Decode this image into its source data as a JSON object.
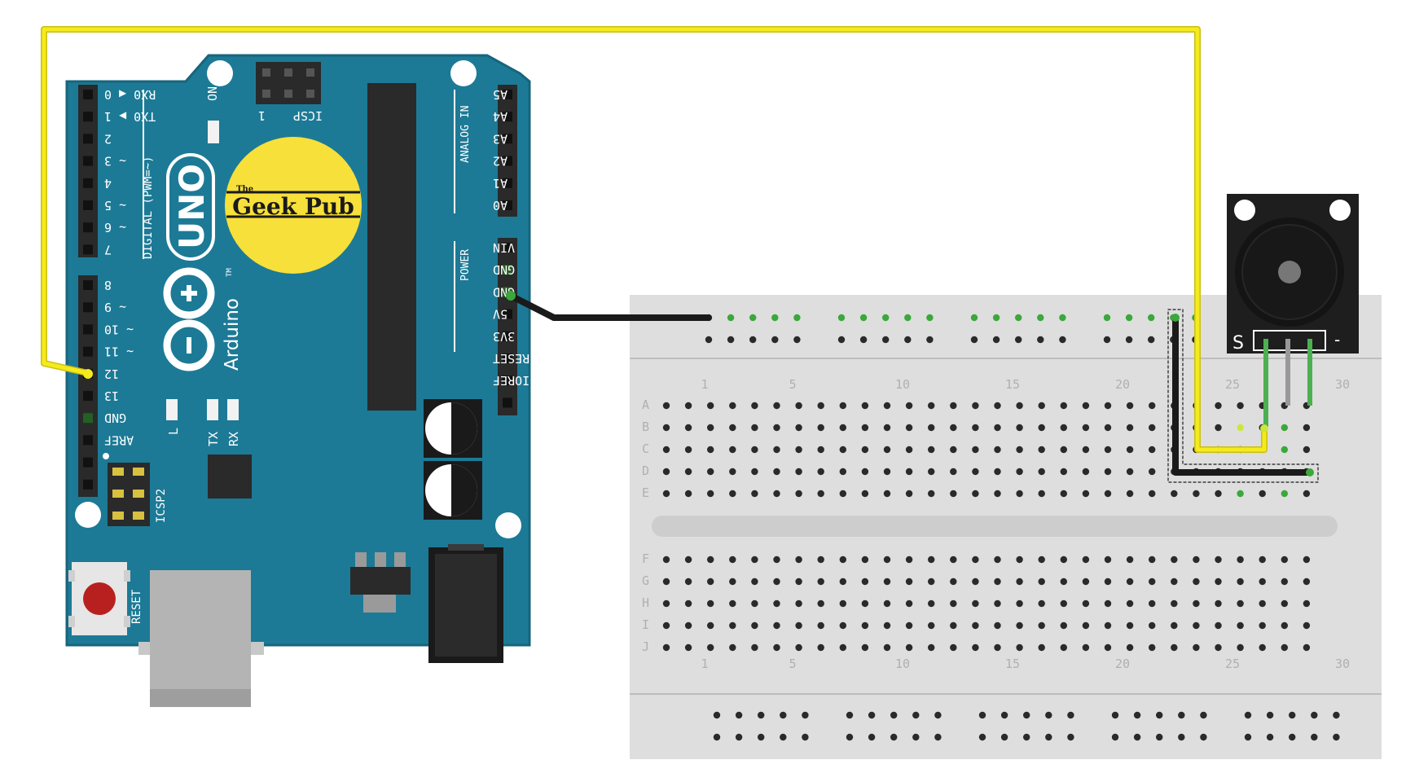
{
  "colors": {
    "board": "#1c7a96",
    "board_edge": "#17657c",
    "logo_yellow": "#f7e03a",
    "wire_yellow": "#f5ea1c",
    "wire_black": "#1a1a1a",
    "wire_green": "#4caf50",
    "wire_gray": "#999999",
    "breadboard": "#dcdcdc",
    "hole": "#2a2a2a",
    "hole_active": "#3aa83a",
    "module": "#1e1e1e"
  },
  "arduino": {
    "brand": "Geek Pub",
    "brand_prefix": "The",
    "model": "UNO",
    "maker": "Arduino",
    "trademark": "TM",
    "on_label": "ON",
    "icsp_label": "ICSP",
    "icsp_pin1": "1",
    "icsp2_label": "ICSP2",
    "reset_label": "RESET",
    "digital_label": "DIGITAL (PWM=~)",
    "analog_label": "ANALOG IN",
    "power_label": "POWER",
    "l_label": "L",
    "tx_label": "TX",
    "rx_label": "RX",
    "digital_pins_top": [
      "RX0 ◀ 0",
      "TX0 ▶ 1",
      "2",
      "~ 3",
      "4",
      "~ 5",
      "~ 6",
      "7"
    ],
    "digital_pins_bottom": [
      "8",
      "~ 9",
      "~ 10",
      "~ 11",
      "12",
      "13",
      "GND",
      "AREF"
    ],
    "analog_pins": [
      "A5",
      "A4",
      "A3",
      "A2",
      "A1",
      "A0"
    ],
    "power_pins": [
      "VIN",
      "GND",
      "GND",
      "5V",
      "3V3",
      "RESET",
      "IOREF"
    ]
  },
  "breadboard": {
    "row_labels_top": [
      "A",
      "B",
      "C",
      "D",
      "E"
    ],
    "row_labels_bottom": [
      "F",
      "G",
      "H",
      "I",
      "J"
    ],
    "column_numbers": [
      "1",
      "5",
      "10",
      "15",
      "20",
      "25",
      "30"
    ]
  },
  "buzzer_module": {
    "signal_label": "S",
    "ground_label": "-"
  }
}
